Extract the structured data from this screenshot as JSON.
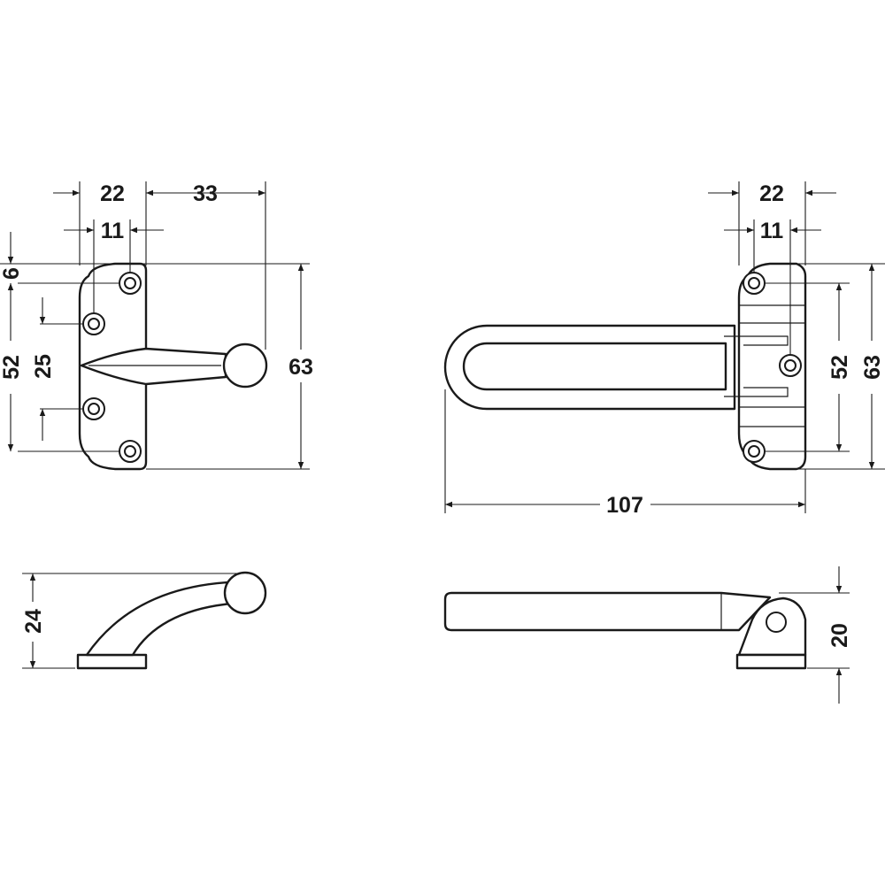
{
  "front_left": {
    "width_plate": "22",
    "arm_reach": "33",
    "hole_offset": "11",
    "top_offset": "6",
    "hole_spacing_outer": "52",
    "hole_spacing_inner": "25",
    "height": "63"
  },
  "front_right": {
    "width_plate": "22",
    "hole_offset": "11",
    "hole_spacing": "52",
    "height": "63",
    "length": "107"
  },
  "side_left": {
    "height": "24"
  },
  "side_right": {
    "height": "20"
  }
}
